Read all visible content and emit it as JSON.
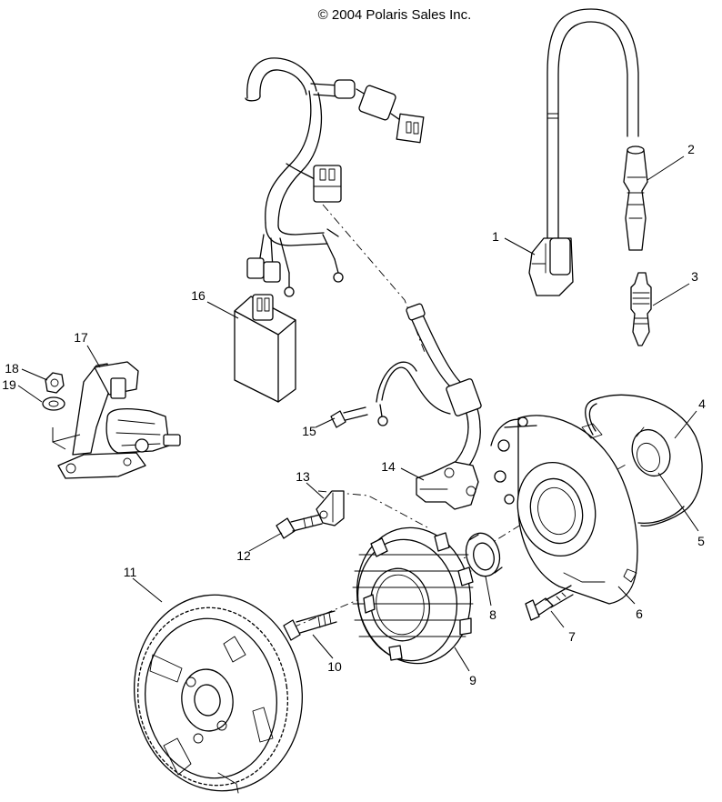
{
  "copyright": "© 2004 Polaris Sales Inc.",
  "callouts": [
    "1",
    "2",
    "3",
    "4",
    "5",
    "6",
    "7",
    "8",
    "9",
    "10",
    "11",
    "12",
    "13",
    "14",
    "15",
    "16",
    "17",
    "18",
    "19"
  ]
}
